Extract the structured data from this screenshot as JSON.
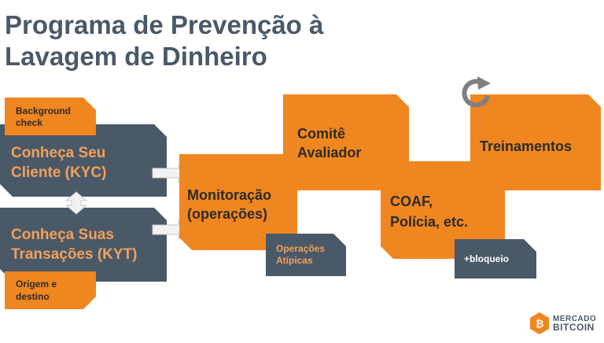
{
  "title_line1": "Programa de Prevenção à",
  "title_line2": "Lavagem de Dinheiro",
  "kyc": {
    "label_line1": "Conheça Seu",
    "label_line2": "Cliente (KYC)",
    "tag_line1": "Background",
    "tag_line2": "check"
  },
  "kyt": {
    "label_line1": "Conheça Suas",
    "label_line2": "Transações (KYT)",
    "tag_line1": "Origem e",
    "tag_line2": "destino"
  },
  "monitoring": {
    "line1": "Monitoração",
    "line2": "(operações)",
    "tag_line1": "Operações",
    "tag_line2": "Atípicas"
  },
  "committee": {
    "line1": "Comitê",
    "line2": "Avaliador"
  },
  "coaf": {
    "line1": "COAF,",
    "line2": "Polícia, etc.",
    "tag": "+bloqueio"
  },
  "training": {
    "label": "Treinamentos"
  },
  "logo": {
    "line1": "MERCADO",
    "line2": "BITCOIN"
  },
  "colors": {
    "orange": "#f0861f",
    "slate": "#4a5968",
    "arrow": "#f2f2f2"
  }
}
